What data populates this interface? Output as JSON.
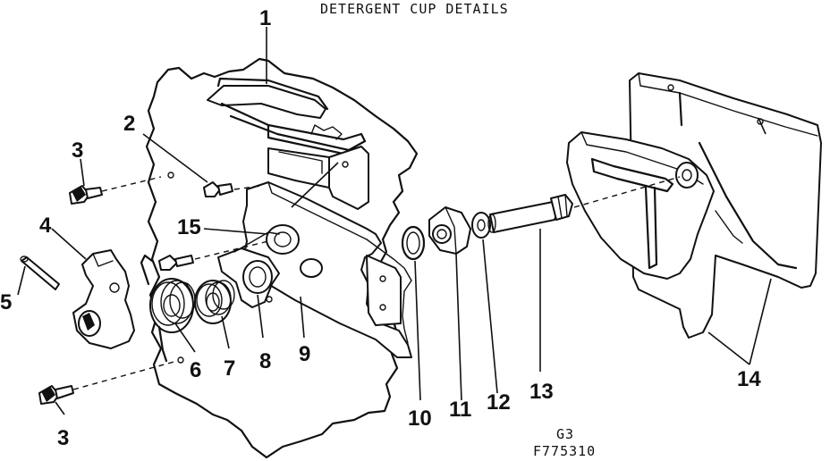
{
  "title": "DETERGENT CUP DETAILS",
  "callouts": [
    "1",
    "2",
    "3",
    "4",
    "5",
    "15",
    "6",
    "7",
    "8",
    "9",
    "10",
    "11",
    "12",
    "13",
    "14",
    "3"
  ],
  "code_line1": "G3",
  "code_line2": "F775310"
}
